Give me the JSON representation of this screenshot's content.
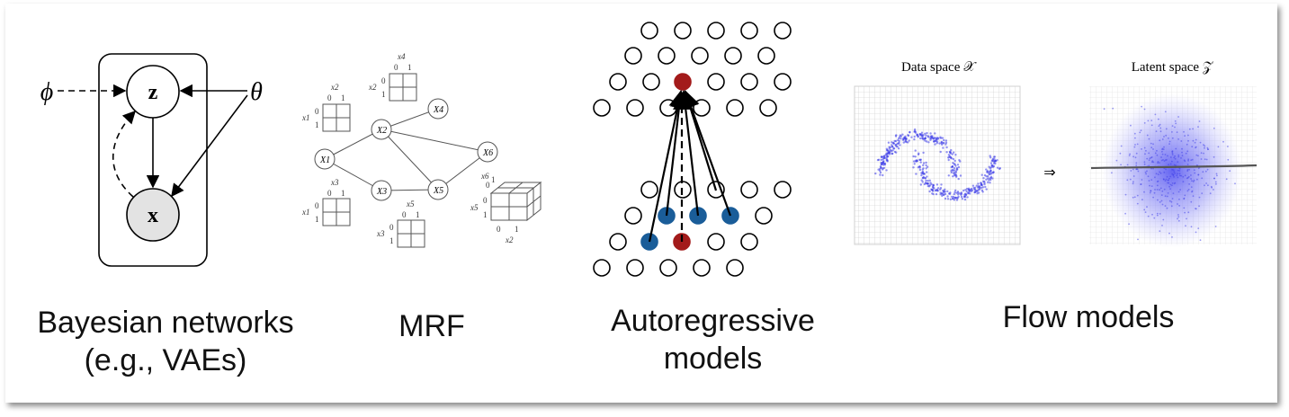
{
  "captions": {
    "bayes_line1": "Bayesian networks",
    "bayes_line2": "(e.g., VAEs)",
    "mrf": "MRF",
    "ar_line1": "Autoregressive",
    "ar_line2": "models",
    "flow": "Flow models"
  },
  "bayes": {
    "phi": "ϕ",
    "theta": "θ",
    "z": "z",
    "x": "x"
  },
  "mrf": {
    "nodes": [
      "X1",
      "X2",
      "X3",
      "X4",
      "X5",
      "X6"
    ],
    "table_labels": {
      "x1": "x1",
      "x2": "x2",
      "x3": "x3",
      "x4": "x4",
      "x5": "x5",
      "x6": "x6",
      "zero": "0",
      "one": "1"
    }
  },
  "flow": {
    "data_space": "Data space 𝒳",
    "latent_space": "Latent space 𝒵",
    "arrow": "⇒"
  },
  "colors": {
    "red_node": "#a31b1b",
    "blue_node": "#1a5d99",
    "x_node_fill": "#e3e3e3",
    "scatter": "#3b3be8"
  }
}
